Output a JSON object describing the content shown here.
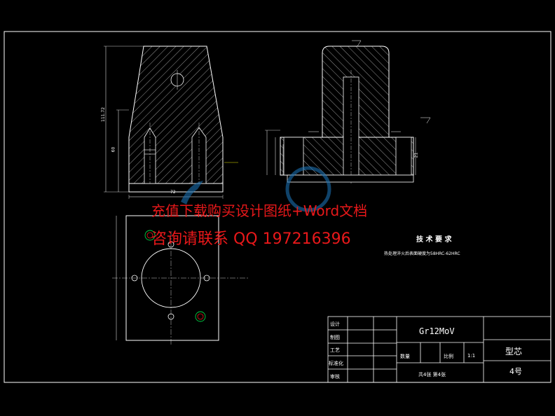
{
  "watermark": {
    "line1": "充值下载购买设计图纸+Word文档",
    "line2": "咨询请联系  QQ 197216396"
  },
  "tech_requirements": {
    "title": "技 术 要 求",
    "note": "热处理淬火后表面硬度为58HRC-62HRC"
  },
  "title_block": {
    "material": "Gr12MoV",
    "part_name": "型芯",
    "drawing_no": "4号",
    "school_label": "",
    "rows": [
      "设计",
      "制图",
      "工艺",
      "标准化",
      "审核"
    ],
    "qty_label": "数量",
    "scale_label": "比例",
    "scale_value": "1:1",
    "sheet_text": "共4张  第4张"
  },
  "dimensions": {
    "overall_width": "72",
    "overall_height": "111.72",
    "side_height": "60",
    "right_height": "21"
  },
  "colors": {
    "background": "#000000",
    "line": "#ffffff",
    "watermark": "#e8181a",
    "dim_yellow": "#e8e800",
    "circle_green": "#00cc44"
  }
}
